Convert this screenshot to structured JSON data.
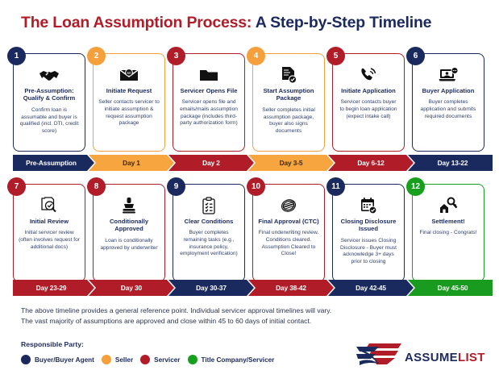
{
  "title": {
    "part1": "The Loan Assumption Process:",
    "part2": " A Step-by-Step Timeline"
  },
  "colors": {
    "navy": "#1b2a5e",
    "orange": "#f5a03c",
    "red": "#b01c28",
    "green": "#16a01e"
  },
  "steps": [
    {
      "number": "1",
      "color": "navy",
      "icon": "handshake-icon",
      "title": "Pre-Assumption: Qualify & Confirm",
      "body": "Confirm loan is assumable and buyer is qualified (incl. DTI, credit score)"
    },
    {
      "number": "2",
      "color": "orange",
      "icon": "envelope-icon",
      "title": "Initiate Request",
      "body": "Seller contacts servicer to initiate assumption & request assumption package"
    },
    {
      "number": "3",
      "color": "red",
      "icon": "folder-icon",
      "title": "Servicer Opens File",
      "body": "Servicer opens file and emails/mails assumption package (includes third-party authorization form)"
    },
    {
      "number": "4",
      "color": "orange",
      "icon": "document-check-icon",
      "title": "Start Assumption Package",
      "body": "Seller completes initial assumption package, buyer also signs documents"
    },
    {
      "number": "5",
      "color": "red",
      "icon": "phone-ringing-icon",
      "title": "Initiate Application",
      "body": "Servicer contacts buyer to begin loan application (expect intake call)"
    },
    {
      "number": "6",
      "color": "navy",
      "icon": "laptop-video-call-icon",
      "title": "Buyer Application",
      "body": "Buyer completes application and submits required documents"
    },
    {
      "number": "7",
      "color": "red",
      "icon": "document-magnifier-icon",
      "title": "Initial Review",
      "body": "Initial servicer review (often involves request for additional docs)"
    },
    {
      "number": "8",
      "color": "red",
      "icon": "rubber-stamp-icon",
      "title": "Conditionally Approved",
      "body": "Loan is conditionally approved by underwriter"
    },
    {
      "number": "9",
      "color": "navy",
      "icon": "clipboard-checklist-icon",
      "title": "Clear Conditions",
      "body": "Buyer completes remaining tasks (e.g., insurance policy, employment verification)"
    },
    {
      "number": "10",
      "color": "red",
      "icon": "approval-seal-icon",
      "title": "Final Approval (CTC)",
      "body": "Final underwriting review. Conditions cleared. Assumption Cleared to Close!"
    },
    {
      "number": "11",
      "color": "navy",
      "icon": "calendar-check-icon",
      "title": "Closing Disclosure Issued",
      "body": "Servicer issues Closing Disclosure - Buyer must acknowledge 3+ days prior to closing"
    },
    {
      "number": "12",
      "color": "green",
      "icon": "house-key-icon",
      "title": "Settlement!",
      "body": "Final closing - Congrats!"
    }
  ],
  "ribbon_row1": [
    {
      "label": "Pre-Assumption",
      "color": "navy"
    },
    {
      "label": "Day 1",
      "color": "orange"
    },
    {
      "label": "Day 2",
      "color": "red"
    },
    {
      "label": "Day 3-5",
      "color": "orange"
    },
    {
      "label": "Day 6-12",
      "color": "red"
    },
    {
      "label": "Day 13-22",
      "color": "navy"
    }
  ],
  "ribbon_row2": [
    {
      "label": "Day 23-29",
      "color": "red"
    },
    {
      "label": "Day 30",
      "color": "red"
    },
    {
      "label": "Day 30-37",
      "color": "navy"
    },
    {
      "label": "Day 38-42",
      "color": "red"
    },
    {
      "label": "Day 42-45",
      "color": "navy"
    },
    {
      "label": "Day 45-50",
      "color": "green"
    }
  ],
  "footnote": {
    "line1": "The above timeline provides a general reference point. Individual servicer approval timelines will vary.",
    "line2": "The vast majority of assumptions are approved and close within 45 to 60 days of initial contact."
  },
  "legend": {
    "title": "Responsible Party:",
    "items": [
      {
        "label": "Buyer/Buyer Agent",
        "color": "#1b2a5e"
      },
      {
        "label": "Seller",
        "color": "#f5a03c"
      },
      {
        "label": "Servicer",
        "color": "#b01c28"
      },
      {
        "label": "Title Company/Servicer",
        "color": "#16a01e"
      }
    ]
  },
  "logo": {
    "mark": "assumelist-flag-mark",
    "word1": "ASSUME",
    "word2": "LIST"
  }
}
